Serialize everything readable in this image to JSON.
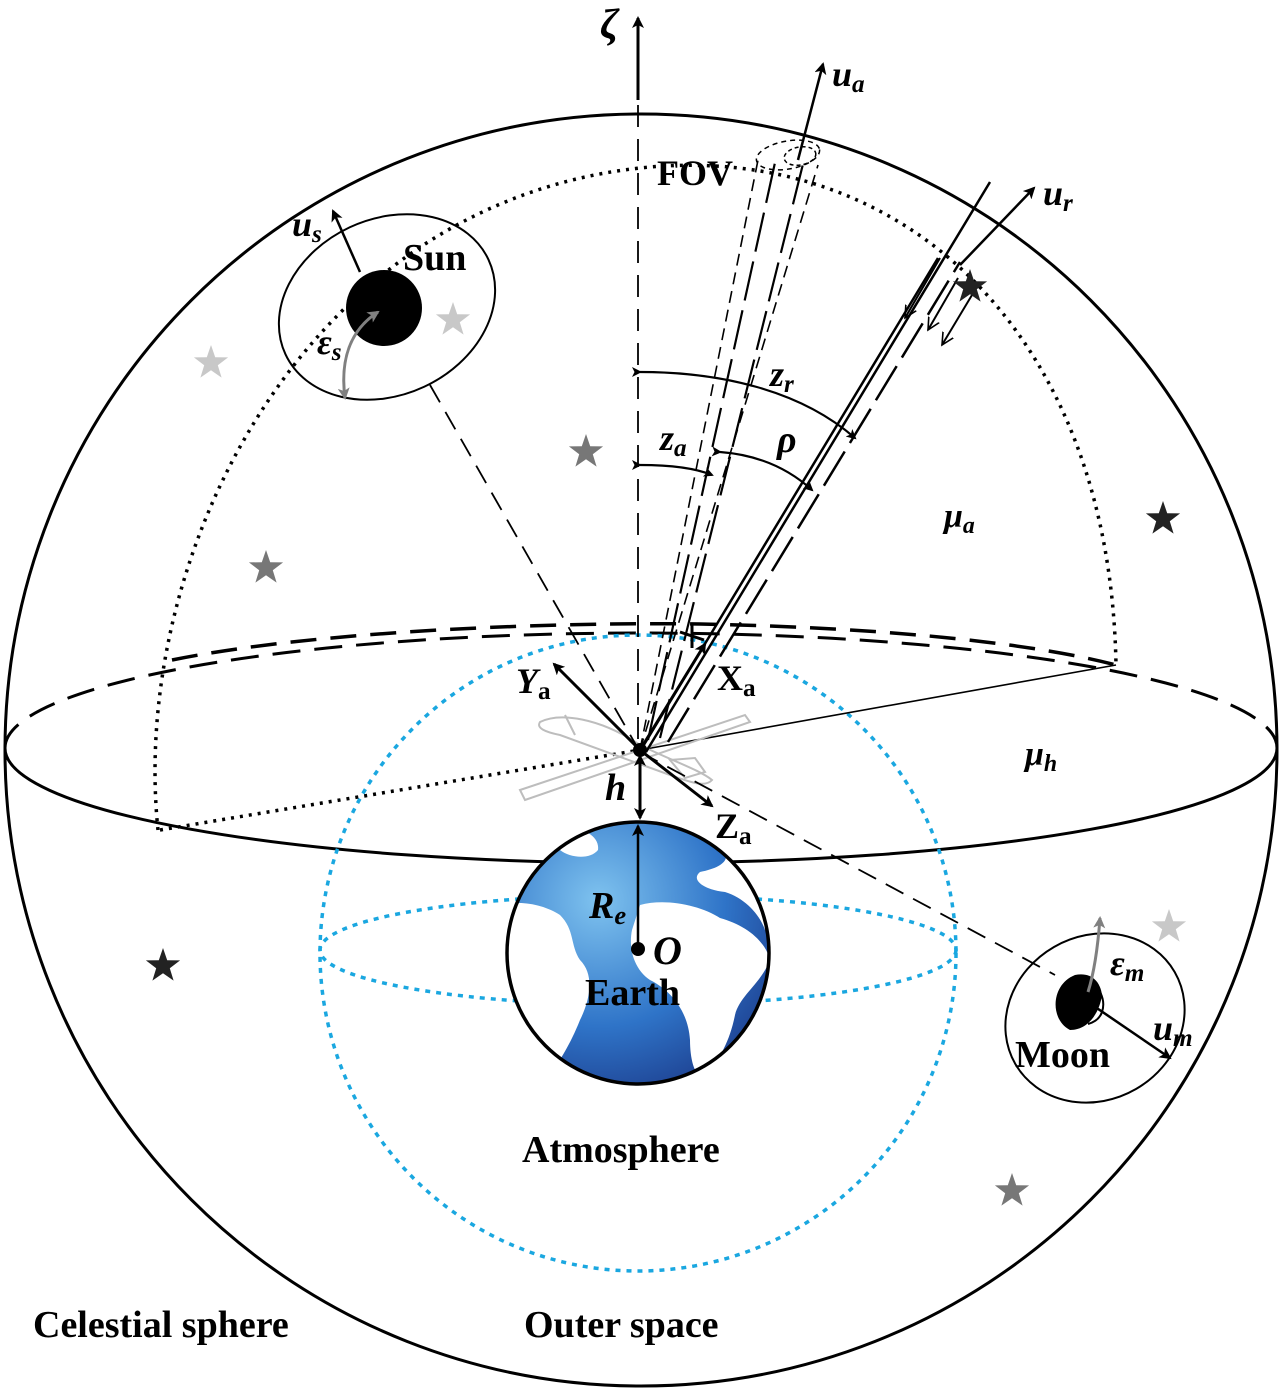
{
  "labels": {
    "zeta": "ζ",
    "u_a": "u",
    "u_a_sub": "a",
    "fov": "FOV",
    "u_r": "u",
    "u_r_sub": "r",
    "u_s": "u",
    "u_s_sub": "s",
    "sun": "Sun",
    "eps_s": "ε",
    "eps_s_sub": "s",
    "z_r": "z",
    "z_r_sub": "r",
    "z_a": "z",
    "z_a_sub": "a",
    "rho": "ρ",
    "mu_a": "μ",
    "mu_a_sub": "a",
    "mu_h": "μ",
    "mu_h_sub": "h",
    "y_a": "Y",
    "y_a_sub": "a",
    "x_a": "X",
    "x_a_sub": "a",
    "h": "h",
    "z_a_axis": "Z",
    "z_a_axis_sub": "a",
    "r_e": "R",
    "r_e_sub": "e",
    "o": "O",
    "earth": "Earth",
    "eps_m": "ε",
    "eps_m_sub": "m",
    "u_m": "u",
    "u_m_sub": "m",
    "moon": "Moon",
    "atmosphere": "Atmosphere",
    "celestial_sphere": "Celestial sphere",
    "outer_space": "Outer space"
  },
  "colors": {
    "ink": "#000000",
    "atmosphere_dots": "#1aa7e0",
    "earth_ocean": "#2f74c8",
    "earth_land": "#ffffff",
    "star_dark": "#222222",
    "star_mid": "#777777",
    "star_light": "#c8c8c8",
    "aircraft": "#bdbdbd",
    "epsilon_arrow": "#808080"
  }
}
